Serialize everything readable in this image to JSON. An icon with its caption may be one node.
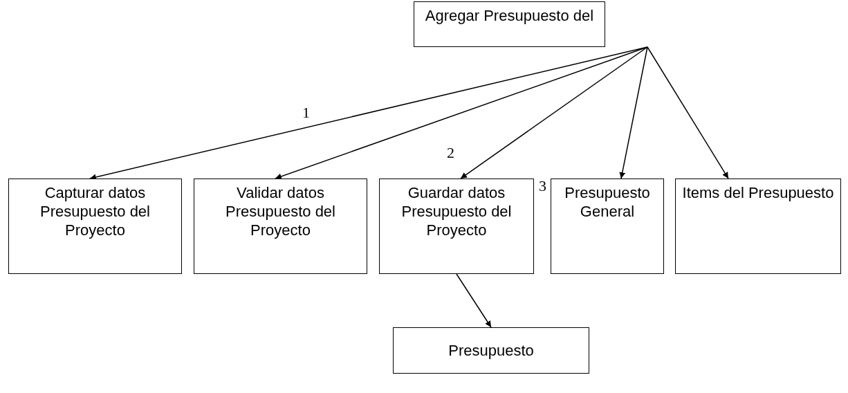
{
  "diagram": {
    "nodes": [
      {
        "text": [
          "Agregar Presupuesto del"
        ]
      },
      {
        "text": [
          "Capturar datos Presupuesto del Proyecto"
        ]
      },
      {
        "text": [
          "Validar datos Presupuesto del Proyecto"
        ]
      },
      {
        "text": [
          "Guardar datos Presupuesto del Proyecto"
        ]
      },
      {
        "text": [
          "Presupuesto General"
        ]
      },
      {
        "text": [
          "Items del Presupuesto"
        ]
      },
      {
        "text": [
          "Presupuesto"
        ]
      }
    ],
    "edges": [
      {
        "from": 0,
        "to": 1,
        "arrow": "to"
      },
      {
        "from": 0,
        "to": 2,
        "arrow": "to"
      },
      {
        "from": 0,
        "to": 3,
        "arrow": "to"
      },
      {
        "from": 0,
        "to": 4,
        "arrow": "to"
      },
      {
        "from": 0,
        "to": 5,
        "arrow": "to"
      },
      {
        "from": 3,
        "to": 6,
        "arrow": "to"
      }
    ],
    "labels": [
      "1",
      "2",
      "3"
    ]
  }
}
